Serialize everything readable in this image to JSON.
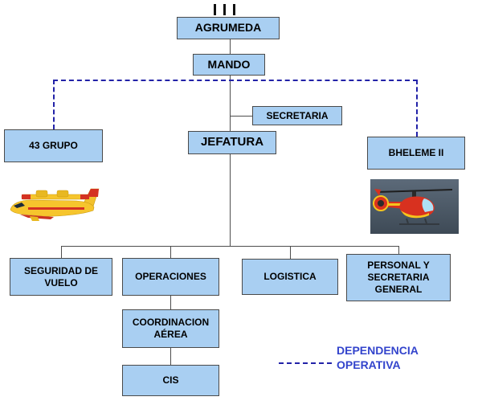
{
  "diagram": {
    "nodes": {
      "agrumeda": "AGRUMEDA",
      "mando": "MANDO",
      "secretaria": "SECRETARIA",
      "jefatura": "JEFATURA",
      "grupo43": "43 GRUPO",
      "bheleme": "BHELEME II",
      "seguridad": "SEGURIDAD DE VUELO",
      "operaciones": "OPERACIONES",
      "logistica": "LOGISTICA",
      "personal": "PERSONAL Y SECRETARIA GENERAL",
      "coordinacion": "COORDINACION AÉREA",
      "cis": "CIS"
    },
    "legend": {
      "label": "DEPENDENCIA OPERATIVA"
    },
    "images": {
      "plane": "canadair-seaplane-photo",
      "helicopter": "rescue-helicopter-photo"
    },
    "colors": {
      "box_fill": "#A9CFF2",
      "box_border": "#4A4A4A",
      "connector": "#4D4D4D",
      "dashed_line": "#2222A8",
      "legend_text": "#3344CC",
      "background": "#FFFFFF"
    }
  }
}
